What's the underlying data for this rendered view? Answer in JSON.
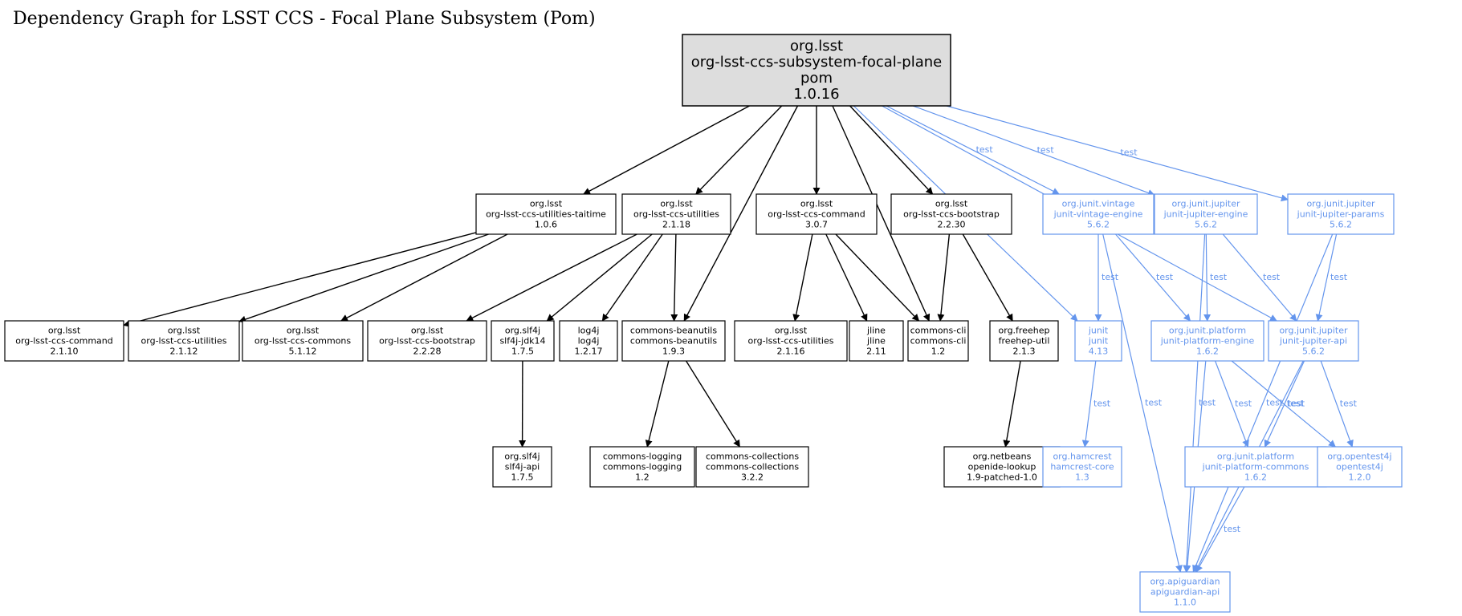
{
  "title": "Dependency Graph for LSST CCS - Focal Plane Subsystem (Pom)",
  "colors": {
    "compile": "#000000",
    "test": "#6495ed",
    "root_fill": "#dddddd",
    "node_fill": "#ffffff"
  },
  "edge_label_test": "test",
  "nodes": [
    {
      "id": "root",
      "kind": "root",
      "lines": [
        "org.lsst",
        "org-lsst-ccs-subsystem-focal-plane",
        "pom",
        "1.0.16"
      ]
    },
    {
      "id": "taitime",
      "kind": "compile",
      "lines": [
        "org.lsst",
        "org-lsst-ccs-utilities-taitime",
        "1.0.6"
      ]
    },
    {
      "id": "utilities-2118",
      "kind": "compile",
      "lines": [
        "org.lsst",
        "org-lsst-ccs-utilities",
        "2.1.18"
      ]
    },
    {
      "id": "command-307",
      "kind": "compile",
      "lines": [
        "org.lsst",
        "org-lsst-ccs-command",
        "3.0.7"
      ]
    },
    {
      "id": "bootstrap-2230",
      "kind": "compile",
      "lines": [
        "org.lsst",
        "org-lsst-ccs-bootstrap",
        "2.2.30"
      ]
    },
    {
      "id": "vintage-engine",
      "kind": "test",
      "lines": [
        "org.junit.vintage",
        "junit-vintage-engine",
        "5.6.2"
      ]
    },
    {
      "id": "jupiter-engine",
      "kind": "test",
      "lines": [
        "org.junit.jupiter",
        "junit-jupiter-engine",
        "5.6.2"
      ]
    },
    {
      "id": "jupiter-params",
      "kind": "test",
      "lines": [
        "org.junit.jupiter",
        "junit-jupiter-params",
        "5.6.2"
      ]
    },
    {
      "id": "command-2110",
      "kind": "compile",
      "lines": [
        "org.lsst",
        "org-lsst-ccs-command",
        "2.1.10"
      ]
    },
    {
      "id": "utilities-2112",
      "kind": "compile",
      "lines": [
        "org.lsst",
        "org-lsst-ccs-utilities",
        "2.1.12"
      ]
    },
    {
      "id": "commons-5112",
      "kind": "compile",
      "lines": [
        "org.lsst",
        "org-lsst-ccs-commons",
        "5.1.12"
      ]
    },
    {
      "id": "bootstrap-2228",
      "kind": "compile",
      "lines": [
        "org.lsst",
        "org-lsst-ccs-bootstrap",
        "2.2.28"
      ]
    },
    {
      "id": "slf4j-jdk14",
      "kind": "compile",
      "lines": [
        "org.slf4j",
        "slf4j-jdk14",
        "1.7.5"
      ]
    },
    {
      "id": "log4j",
      "kind": "compile",
      "lines": [
        "log4j",
        "log4j",
        "1.2.17"
      ]
    },
    {
      "id": "beanutils",
      "kind": "compile",
      "lines": [
        "commons-beanutils",
        "commons-beanutils",
        "1.9.3"
      ]
    },
    {
      "id": "utilities-2116",
      "kind": "compile",
      "lines": [
        "org.lsst",
        "org-lsst-ccs-utilities",
        "2.1.16"
      ]
    },
    {
      "id": "jline",
      "kind": "compile",
      "lines": [
        "jline",
        "jline",
        "2.11"
      ]
    },
    {
      "id": "commons-cli",
      "kind": "compile",
      "lines": [
        "commons-cli",
        "commons-cli",
        "1.2"
      ]
    },
    {
      "id": "freehep-util",
      "kind": "compile",
      "lines": [
        "org.freehep",
        "freehep-util",
        "2.1.3"
      ]
    },
    {
      "id": "junit",
      "kind": "test",
      "lines": [
        "junit",
        "junit",
        "4.13"
      ]
    },
    {
      "id": "platform-engine",
      "kind": "test",
      "lines": [
        "org.junit.platform",
        "junit-platform-engine",
        "1.6.2"
      ]
    },
    {
      "id": "jupiter-api",
      "kind": "test",
      "lines": [
        "org.junit.jupiter",
        "junit-jupiter-api",
        "5.6.2"
      ]
    },
    {
      "id": "slf4j-api",
      "kind": "compile",
      "lines": [
        "org.slf4j",
        "slf4j-api",
        "1.7.5"
      ]
    },
    {
      "id": "commons-logging",
      "kind": "compile",
      "lines": [
        "commons-logging",
        "commons-logging",
        "1.2"
      ]
    },
    {
      "id": "commons-collections",
      "kind": "compile",
      "lines": [
        "commons-collections",
        "commons-collections",
        "3.2.2"
      ]
    },
    {
      "id": "openide-lookup",
      "kind": "compile",
      "lines": [
        "org.netbeans",
        "openide-lookup",
        "1.9-patched-1.0"
      ]
    },
    {
      "id": "hamcrest",
      "kind": "test",
      "lines": [
        "org.hamcrest",
        "hamcrest-core",
        "1.3"
      ]
    },
    {
      "id": "platform-commons",
      "kind": "test",
      "lines": [
        "org.junit.platform",
        "junit-platform-commons",
        "1.6.2"
      ]
    },
    {
      "id": "opentest4j",
      "kind": "test",
      "lines": [
        "org.opentest4j",
        "opentest4j",
        "1.2.0"
      ]
    },
    {
      "id": "apiguardian",
      "kind": "test",
      "lines": [
        "org.apiguardian",
        "apiguardian-api",
        "1.1.0"
      ]
    }
  ],
  "edges": [
    {
      "from": "root",
      "to": "taitime",
      "test": false
    },
    {
      "from": "root",
      "to": "utilities-2118",
      "test": false
    },
    {
      "from": "root",
      "to": "beanutils",
      "test": false
    },
    {
      "from": "root",
      "to": "command-307",
      "test": false
    },
    {
      "from": "root",
      "to": "commons-cli",
      "test": false
    },
    {
      "from": "root",
      "to": "bootstrap-2230",
      "test": false
    },
    {
      "from": "root",
      "to": "junit",
      "test": true
    },
    {
      "from": "root",
      "to": "vintage-engine",
      "test": true
    },
    {
      "from": "root",
      "to": "jupiter-engine",
      "test": true
    },
    {
      "from": "root",
      "to": "jupiter-api",
      "test": true
    },
    {
      "from": "root",
      "to": "jupiter-params",
      "test": true
    },
    {
      "from": "taitime",
      "to": "command-2110",
      "test": false
    },
    {
      "from": "taitime",
      "to": "utilities-2112",
      "test": false
    },
    {
      "from": "taitime",
      "to": "commons-5112",
      "test": false
    },
    {
      "from": "utilities-2118",
      "to": "bootstrap-2228",
      "test": false
    },
    {
      "from": "utilities-2118",
      "to": "slf4j-jdk14",
      "test": false
    },
    {
      "from": "utilities-2118",
      "to": "log4j",
      "test": false
    },
    {
      "from": "utilities-2118",
      "to": "beanutils",
      "test": false
    },
    {
      "from": "command-307",
      "to": "utilities-2116",
      "test": false
    },
    {
      "from": "command-307",
      "to": "jline",
      "test": false
    },
    {
      "from": "command-307",
      "to": "commons-cli",
      "test": false
    },
    {
      "from": "bootstrap-2230",
      "to": "commons-cli",
      "test": false
    },
    {
      "from": "bootstrap-2230",
      "to": "freehep-util",
      "test": false
    },
    {
      "from": "slf4j-jdk14",
      "to": "slf4j-api",
      "test": false
    },
    {
      "from": "beanutils",
      "to": "commons-logging",
      "test": false
    },
    {
      "from": "beanutils",
      "to": "commons-collections",
      "test": false
    },
    {
      "from": "freehep-util",
      "to": "openide-lookup",
      "test": false
    },
    {
      "from": "vintage-engine",
      "to": "junit",
      "test": true
    },
    {
      "from": "vintage-engine",
      "to": "platform-engine",
      "test": true
    },
    {
      "from": "vintage-engine",
      "to": "apiguardian",
      "test": true
    },
    {
      "from": "jupiter-engine",
      "to": "platform-engine",
      "test": true
    },
    {
      "from": "jupiter-engine",
      "to": "jupiter-api",
      "test": true
    },
    {
      "from": "jupiter-engine",
      "to": "apiguardian",
      "test": true
    },
    {
      "from": "jupiter-params",
      "to": "jupiter-api",
      "test": true
    },
    {
      "from": "jupiter-params",
      "to": "apiguardian",
      "test": true
    },
    {
      "from": "junit",
      "to": "hamcrest",
      "test": true
    },
    {
      "from": "platform-engine",
      "to": "platform-commons",
      "test": true
    },
    {
      "from": "platform-engine",
      "to": "opentest4j",
      "test": true
    },
    {
      "from": "platform-engine",
      "to": "apiguardian",
      "test": true
    },
    {
      "from": "jupiter-api",
      "to": "platform-commons",
      "test": true
    },
    {
      "from": "jupiter-api",
      "to": "opentest4j",
      "test": true
    },
    {
      "from": "jupiter-api",
      "to": "apiguardian",
      "test": true
    },
    {
      "from": "platform-commons",
      "to": "apiguardian",
      "test": true
    }
  ]
}
